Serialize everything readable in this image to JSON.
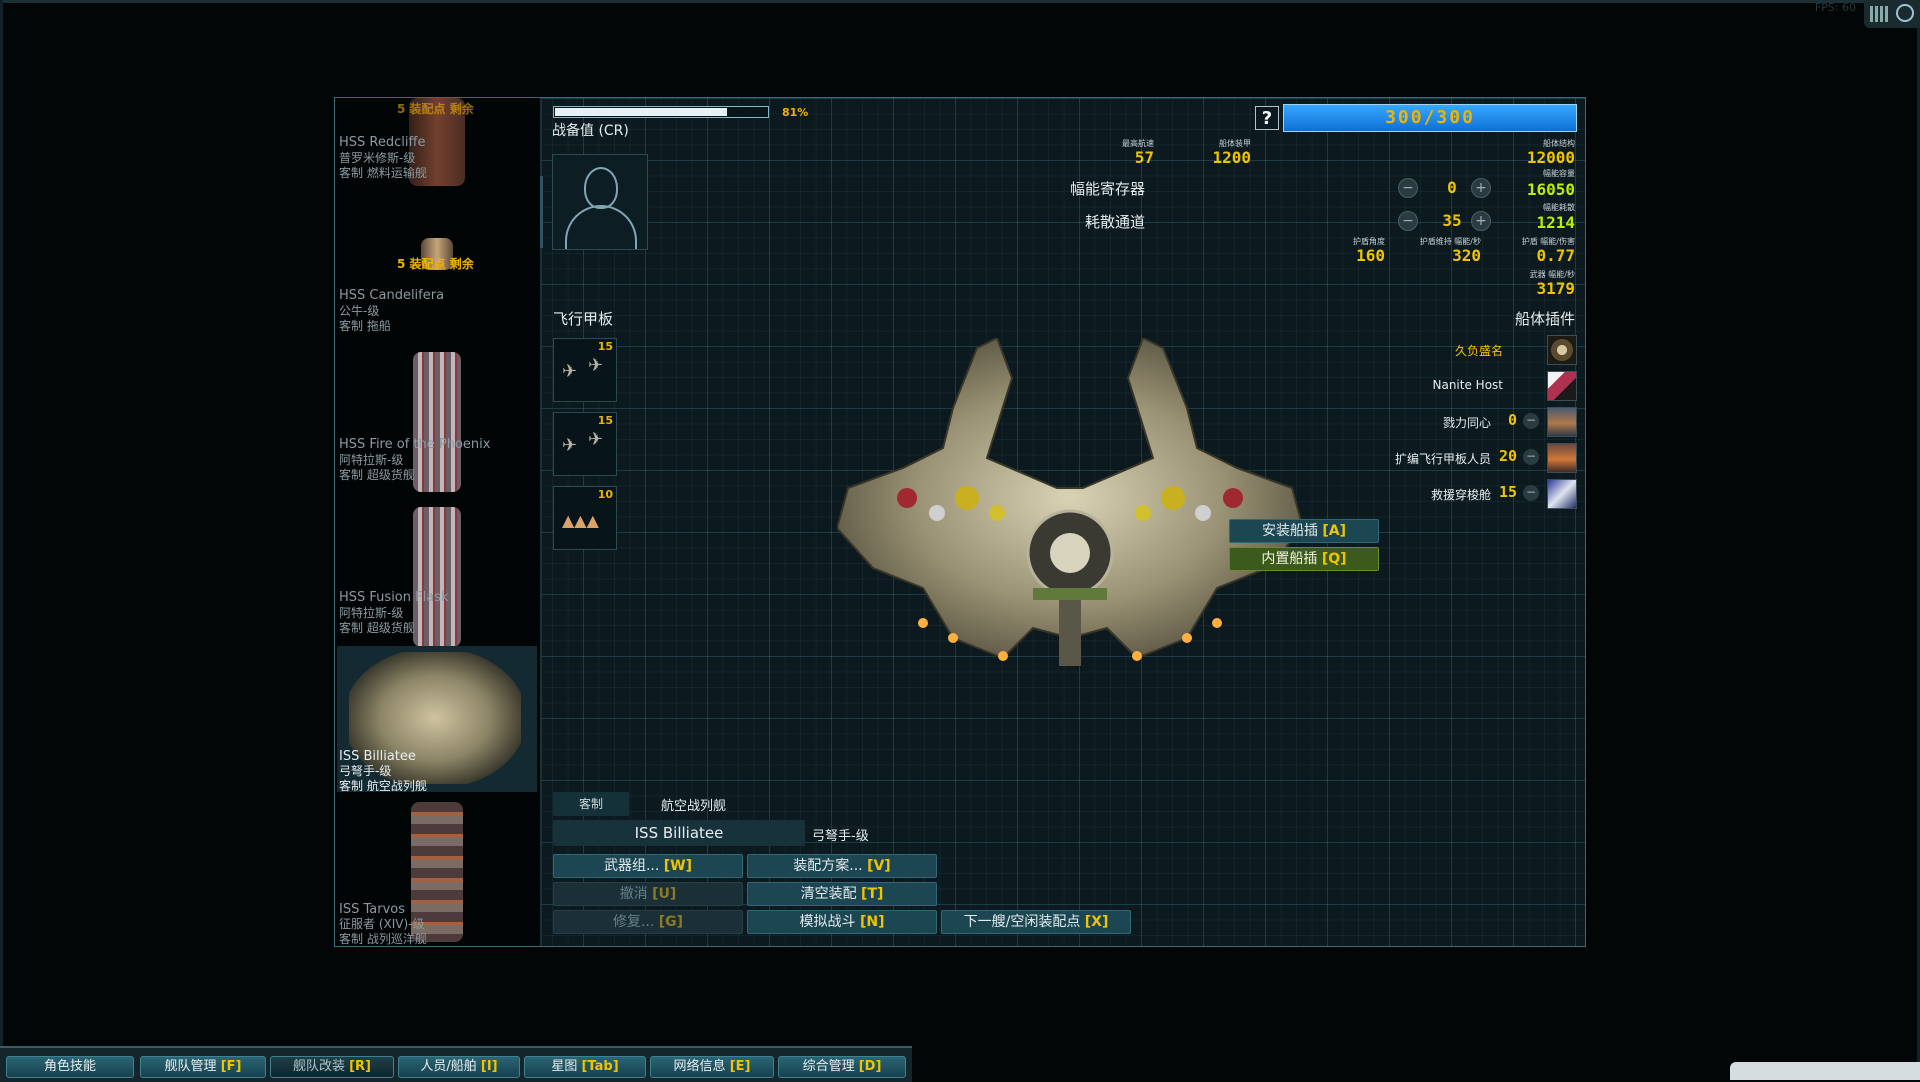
{
  "topbar": {
    "fps_text": "FPS: 60"
  },
  "ship_list": [
    {
      "ops_left": "5 装配点 剩余",
      "name": "HSS Redcliffe",
      "class": "普罗米修斯-级",
      "type": "客制 燃料运输舰"
    },
    {
      "ops_left": "5 装配点 剩余",
      "name": "HSS Candelifera",
      "class": "公牛-级",
      "type": "客制 拖船"
    },
    {
      "ops_left": "",
      "name": "HSS Fire of the Phoenix",
      "class": "阿特拉斯-级",
      "type": "客制 超级货舰"
    },
    {
      "ops_left": "",
      "name": "HSS Fusion Flask",
      "class": "阿特拉斯-级",
      "type": "客制 超级货舰"
    },
    {
      "ops_left": "",
      "name": "ISS Billiatee",
      "class": "弓弩手-级",
      "type": "客制 航空战列舰"
    },
    {
      "ops_left": "",
      "name": "ISS Tarvos",
      "class": "征服者 (XIV)-级",
      "type": "客制 战列巡洋舰"
    }
  ],
  "combat_readiness": {
    "percent_text": "81%",
    "fraction": 0.81,
    "label": "战备值 (CR)"
  },
  "flight_deck": {
    "label": "飞行甲板",
    "wings": [
      {
        "count": "15",
        "icon": "fighter-wing-icon"
      },
      {
        "count": "15",
        "icon": "fighter-wing-icon"
      },
      {
        "count": "10",
        "icon": "drone-wing-icon"
      }
    ]
  },
  "stats": {
    "help_label": "?",
    "capacity_text": "300/300",
    "max_speed_label": "最高航速",
    "max_speed": "57",
    "armor_label": "船体装甲",
    "armor": "1200",
    "hull_label": "船体结构",
    "hull": "12000",
    "flux_cap_label": "幅能容量",
    "flux_cap": "16050",
    "flux_dis_label": "幅能耗散",
    "flux_dis": "1214",
    "capacitors_label": "幅能寄存器",
    "capacitors": "0",
    "vents_label": "耗散通道",
    "vents": "35",
    "minus": "−",
    "plus": "+",
    "shield_arc_label": "护盾角度",
    "shield_arc": "160",
    "shield_upkeep_label": "护盾维持 幅能/秒",
    "shield_upkeep": "320",
    "shield_eff_label": "护盾 幅能/伤害",
    "shield_eff": "0.77",
    "weapon_flux_label": "武器 幅能/秒",
    "weapon_flux": "3179"
  },
  "hullmods": {
    "label": "船体插件",
    "items": [
      {
        "name": "久负盛名",
        "value": "",
        "icon": "reputation-emblem-icon"
      },
      {
        "name": "Nanite Host",
        "value": "",
        "icon": "nanite-host-icon"
      },
      {
        "name": "戮力同心",
        "value": "0",
        "icon": "crew-unity-icon"
      },
      {
        "name": "扩编飞行甲板人员",
        "value": "20",
        "icon": "expanded-deck-crew-icon"
      },
      {
        "name": "救援穿梭舱",
        "value": "15",
        "icon": "rescue-pods-icon"
      }
    ],
    "install_label": "安装船插 ",
    "install_key": "[A]",
    "builtin_label": "内置船插 ",
    "builtin_key": "[Q]"
  },
  "ship_info": {
    "variant_tag": "客制",
    "hull_type": "航空战列舰",
    "ship_name": "ISS Billiatee",
    "ship_class": "弓弩手-级"
  },
  "actions": {
    "weapon_groups": "武器组... ",
    "weapon_groups_key": "[W]",
    "loadouts": "装配方案... ",
    "loadouts_key": "[V]",
    "undo": "撤消 ",
    "undo_key": "[U]",
    "strip": "清空装配 ",
    "strip_key": "[T]",
    "repair": "修复... ",
    "repair_key": "[G]",
    "simulate": "模拟战斗 ",
    "simulate_key": "[N]",
    "next_ship": "下一艘/空闲装配点 ",
    "next_ship_key": "[X]"
  },
  "taskbar": [
    {
      "label": "角色技能",
      "key": ""
    },
    {
      "label": "舰队管理 ",
      "key": "[F]"
    },
    {
      "label": "舰队改装 ",
      "key": "[R]"
    },
    {
      "label": "人员/船舶 ",
      "key": "[I]"
    },
    {
      "label": "星图 ",
      "key": "[Tab]"
    },
    {
      "label": "网络信息 ",
      "key": "[E]"
    },
    {
      "label": "综合管理 ",
      "key": "[D]"
    }
  ],
  "colors": {
    "accent_blue": "#1e88e5",
    "highlight_yellow": "#f0c400",
    "flux_green": "#b8f000",
    "panel_teal": "#1d4653"
  }
}
